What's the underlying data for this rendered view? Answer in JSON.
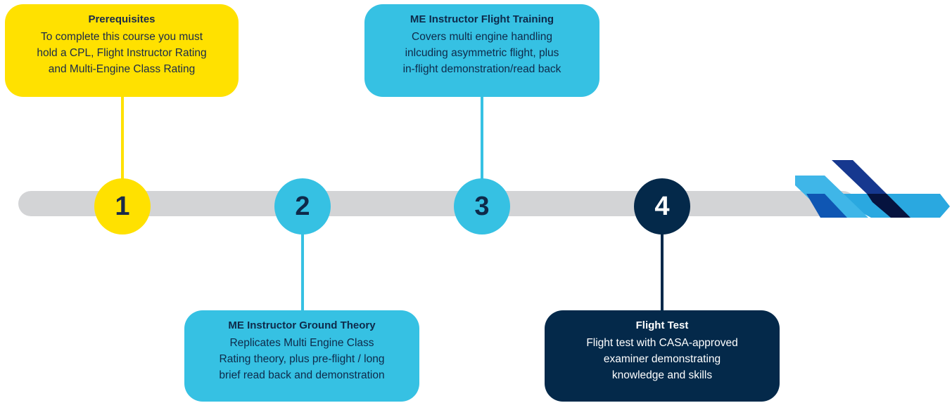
{
  "steps": [
    {
      "number": "1",
      "title": "Prerequisites",
      "lines": [
        "To complete this course you must",
        "hold a CPL, Flight Instructor Rating",
        "and Multi-Engine Class Rating"
      ],
      "color": "#ffe100"
    },
    {
      "number": "2",
      "title": "ME Instructor Ground Theory",
      "lines": [
        "Replicates Multi Engine Class",
        "Rating theory, plus pre-flight / long",
        "brief read back and demonstration"
      ],
      "color": "#36c1e3"
    },
    {
      "number": "3",
      "title": "ME Instructor Flight Training",
      "lines": [
        "Covers multi engine handling",
        "inlcuding asymmetric flight, plus",
        "in-flight demonstration/read back"
      ],
      "color": "#36c1e3"
    },
    {
      "number": "4",
      "title": "Flight Test",
      "lines": [
        "Flight test with CASA-approved",
        "examiner demonstrating",
        "knowledge and skills"
      ],
      "color": "#04294a"
    }
  ],
  "colors": {
    "track": "#d3d4d6",
    "yellow": "#ffe100",
    "sky": "#36c1e3",
    "navy": "#04294a"
  },
  "logo": {
    "icon": "chevron-logo-icon"
  }
}
